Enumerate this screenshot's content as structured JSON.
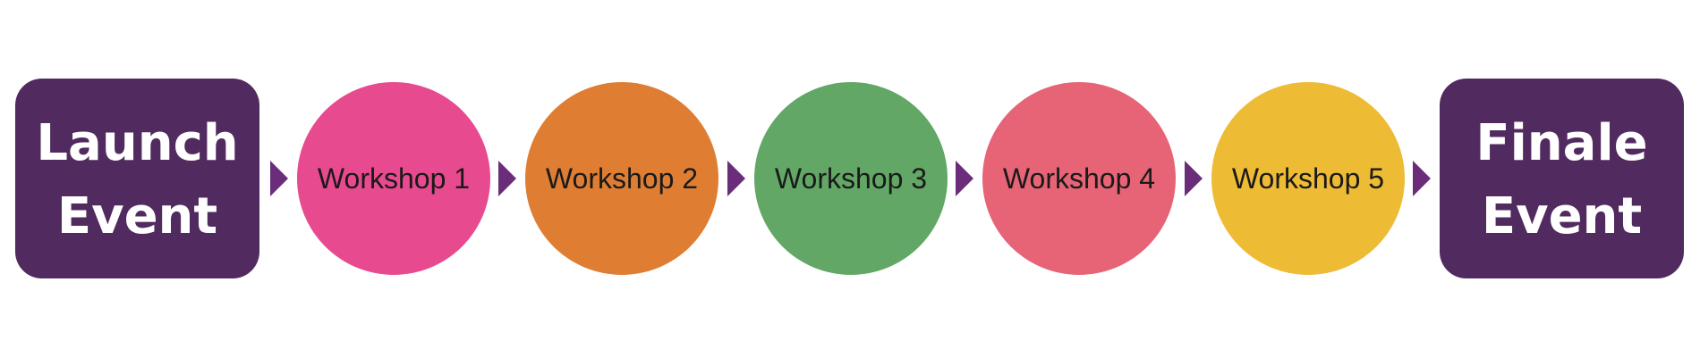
{
  "diagram": {
    "start": {
      "label": "Launch\nEvent"
    },
    "workshops": [
      {
        "label": "Workshop 1"
      },
      {
        "label": "Workshop 2"
      },
      {
        "label": "Workshop 3"
      },
      {
        "label": "Workshop 4"
      },
      {
        "label": "Workshop 5"
      }
    ],
    "end": {
      "label": "Finale\nEvent"
    }
  },
  "colors": {
    "event": "#512b5f",
    "arrow": "#6b2d7a",
    "workshops": [
      "#e84a8f",
      "#df7e33",
      "#62a766",
      "#e66476",
      "#eebb35"
    ]
  }
}
